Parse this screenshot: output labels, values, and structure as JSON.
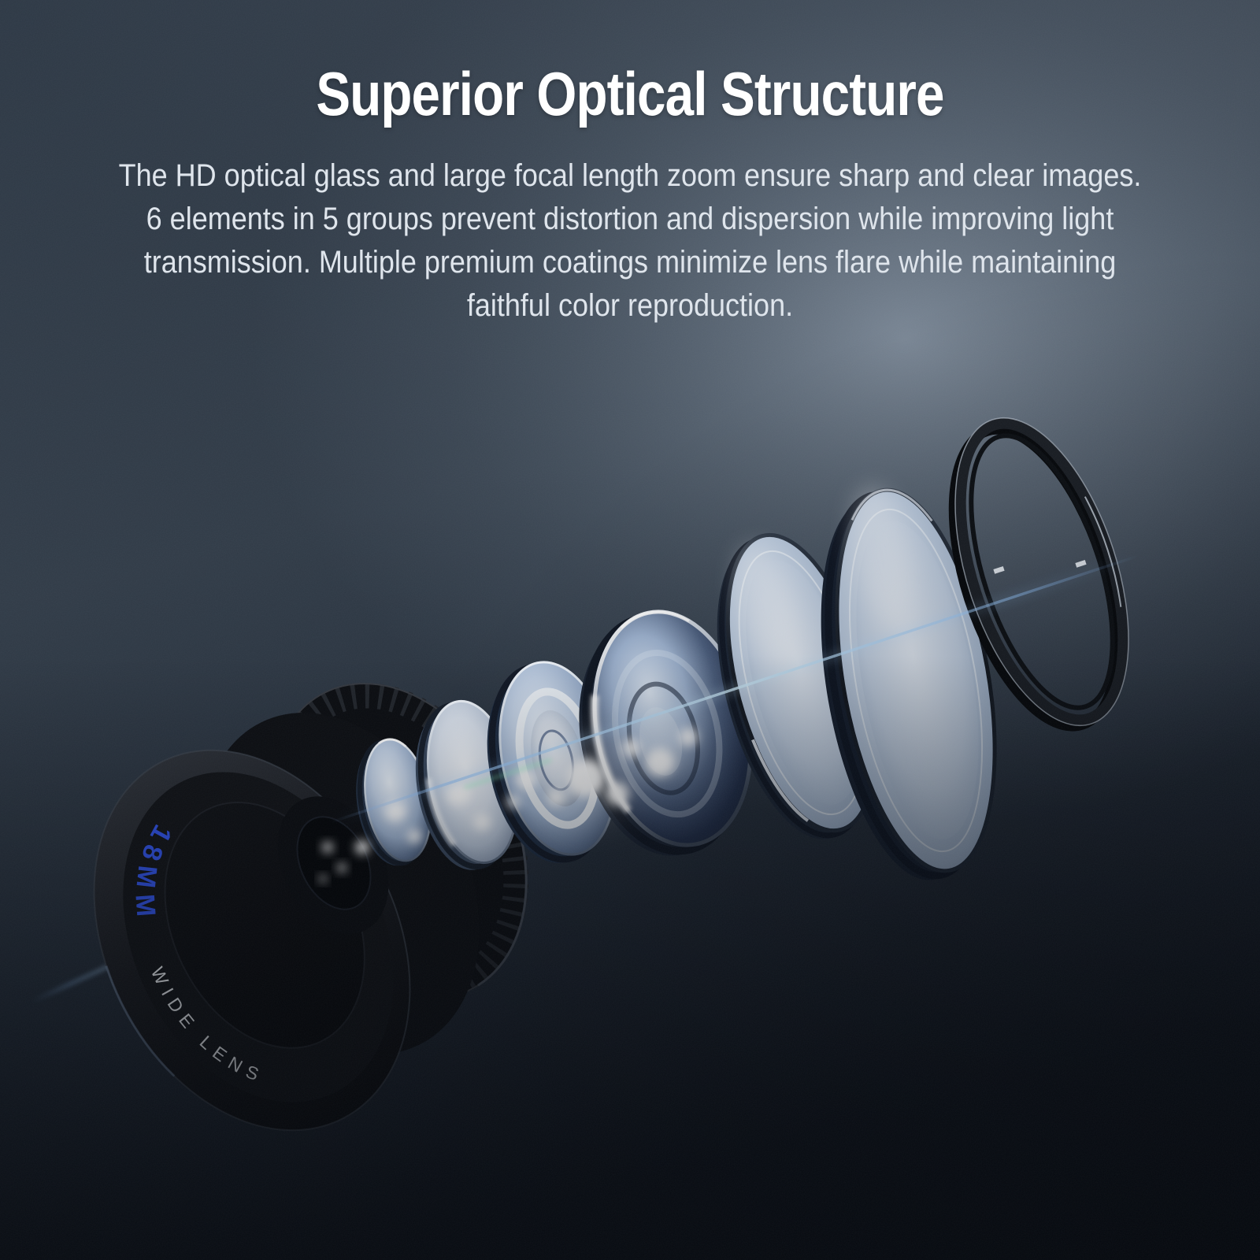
{
  "header": {
    "title": "Superior Optical Structure"
  },
  "intro": {
    "body": "The HD optical glass and large focal length zoom ensure sharp and clear images.\n6 elements in 5 groups prevent distortion and dispersion while improving light\ntransmission. Multiple premium coatings minimize lens flare while maintaining\nfaithful color reproduction."
  },
  "lens": {
    "focal_label": "18MM",
    "type_label": "WIDE LENS"
  },
  "figure": {
    "kind": "exploded-lens-view",
    "optical_elements_shown": 6
  },
  "colors": {
    "accent_blue": "#2E50E2",
    "title_text": "#FFFFFF",
    "body_text": "#DFE5EC",
    "background_light": "#8F9CAE",
    "background_dark": "#12161E",
    "flare_blue": "#A8D2FF"
  }
}
